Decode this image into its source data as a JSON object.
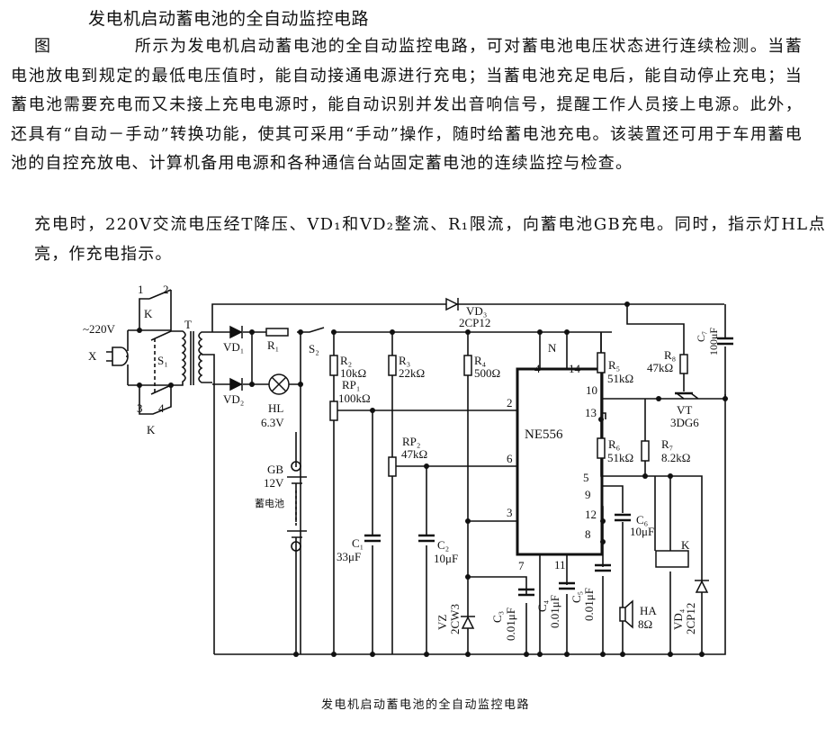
{
  "heading": "发电机启动蓄电池的全自动监控电路",
  "paragraph1": {
    "fig_ref": "图",
    "text": "所示为发电机启动蓄电池的全自动监控电路，可对蓄电池电压状态进行连续检测。当蓄电池放电到规定的最低电压值时，能自动接通电源进行充电；当蓄电池充足电后，能自动停止充电；当蓄电池需要充电而又未接上充电电源时，能自动识别并发出音响信号，提醒工作人员接上电源。此外，还具有“自动－手动”转换功能，使其可采用“手动”操作，随时给蓄电池充电。该装置还可用于车用蓄电池的自控充放电、计算机备用电源和各种通信台站固定蓄电池的连续监控与检查。"
  },
  "paragraph2": "充电时，220V交流电压经T降压、VD₁和VD₂整流、R₁限流，向蓄电池GB充电。同时，指示灯HL点亮，作充电指示。",
  "caption": "发电机启动蓄电池的全自动监控电路",
  "schematic": {
    "labels": {
      "k_pin1": "1",
      "k_pin2": "2",
      "k_pin3": "3",
      "k_pin4": "4",
      "k_top": "K",
      "k_bottom": "K",
      "mains": "~220V",
      "plug": "X",
      "switch_s1": "S₁",
      "transformer": "T",
      "vd1": "VD₁",
      "vd2": "VD₂",
      "r1": "R₁",
      "s2": "S₂",
      "hl": "HL",
      "hl_value": "6.3V",
      "gb": "GB",
      "gb_value": "12V",
      "battery": "蓄电池",
      "r2": "R₂",
      "r2_value": "10kΩ",
      "rp1": "RP₁",
      "rp1_value": "100kΩ",
      "r3": "R₃",
      "r3_value": "22kΩ",
      "r4": "R₄",
      "r4_value": "500Ω",
      "vd3": "VD₃",
      "vd3_value": "2CP12",
      "rp2": "RP₂",
      "rp2_value": "47kΩ",
      "c1": "C₁",
      "c1_value": "33μF",
      "c2": "C₂",
      "c2_value": "10μF",
      "vz": "VZ",
      "vz_value": "2CW3",
      "c3": "C₃",
      "c3_value": "0.01μF",
      "c4": "C₄",
      "c4_value": "0.01μF",
      "c5": "C₅",
      "c5_value": "0.01μF",
      "ic": "NE556",
      "ic_node": "N",
      "pin2": "2",
      "pin3": "3",
      "pin4": "4",
      "pin5": "5",
      "pin6": "6",
      "pin7": "7",
      "pin8": "8",
      "pin9": "9",
      "pin10": "10",
      "pin11": "11",
      "pin12": "12",
      "pin13": "13",
      "pin14": "14",
      "r5": "R₅",
      "r5_value": "51kΩ",
      "r6": "R₆",
      "r6_value": "51kΩ",
      "r7": "R₇",
      "r7_value": "8.2kΩ",
      "r8": "R₈",
      "r8_value": "47kΩ",
      "c6": "C₆",
      "c6_value": "10μF",
      "c7": "C₇",
      "c7_value": "100μF",
      "vt": "VT",
      "vt_value": "3DG6",
      "relay": "K",
      "ha": "HA",
      "ha_value": "8Ω",
      "vd4": "VD₄",
      "vd4_value": "2CP12"
    }
  }
}
